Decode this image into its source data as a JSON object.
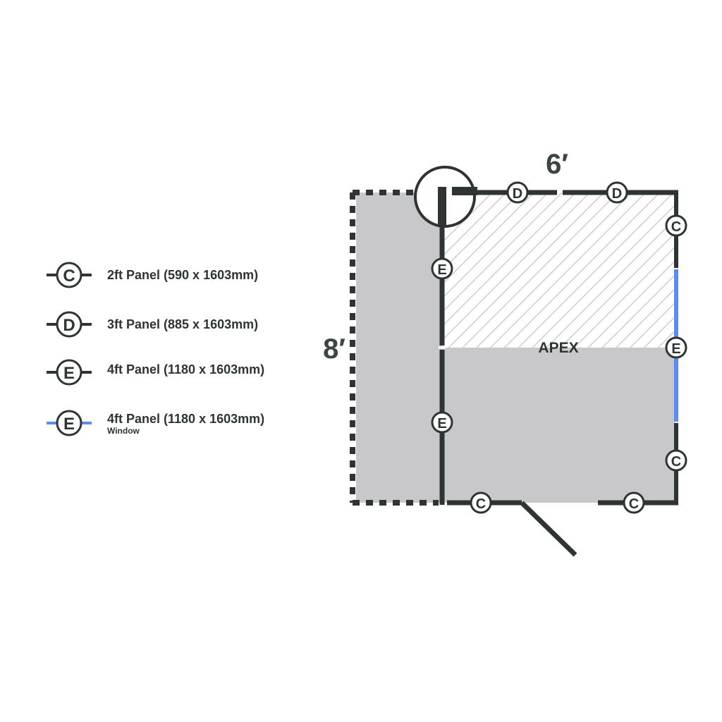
{
  "legend": [
    {
      "letter": "C",
      "label": "2ft Panel (590 x 1603mm)",
      "sub": "",
      "line_color": "#2e3333"
    },
    {
      "letter": "D",
      "label": "3ft Panel (885 x 1603mm)",
      "sub": "",
      "line_color": "#2e3333"
    },
    {
      "letter": "E",
      "label": "4ft Panel (1180 x 1603mm)",
      "sub": "",
      "line_color": "#2e3333"
    },
    {
      "letter": "E",
      "label": "4ft Panel (1180 x 1603mm)",
      "sub": "Window",
      "line_color": "#5b8def"
    }
  ],
  "plan": {
    "width_label": "6′",
    "depth_label": "8′",
    "apex_label": "APEX",
    "markers": {
      "top_1": "D",
      "top_2": "D",
      "right_1": "C",
      "right_2": "E",
      "right_3": "C",
      "inner_1": "E",
      "inner_2": "E",
      "bottom_1": "C",
      "bottom_2": "C"
    }
  },
  "colors": {
    "wall": "#2e3333",
    "window": "#5b8def",
    "floor": "#c8c8ca",
    "hatch": "#c8c8ca",
    "text": "#2e3333"
  }
}
